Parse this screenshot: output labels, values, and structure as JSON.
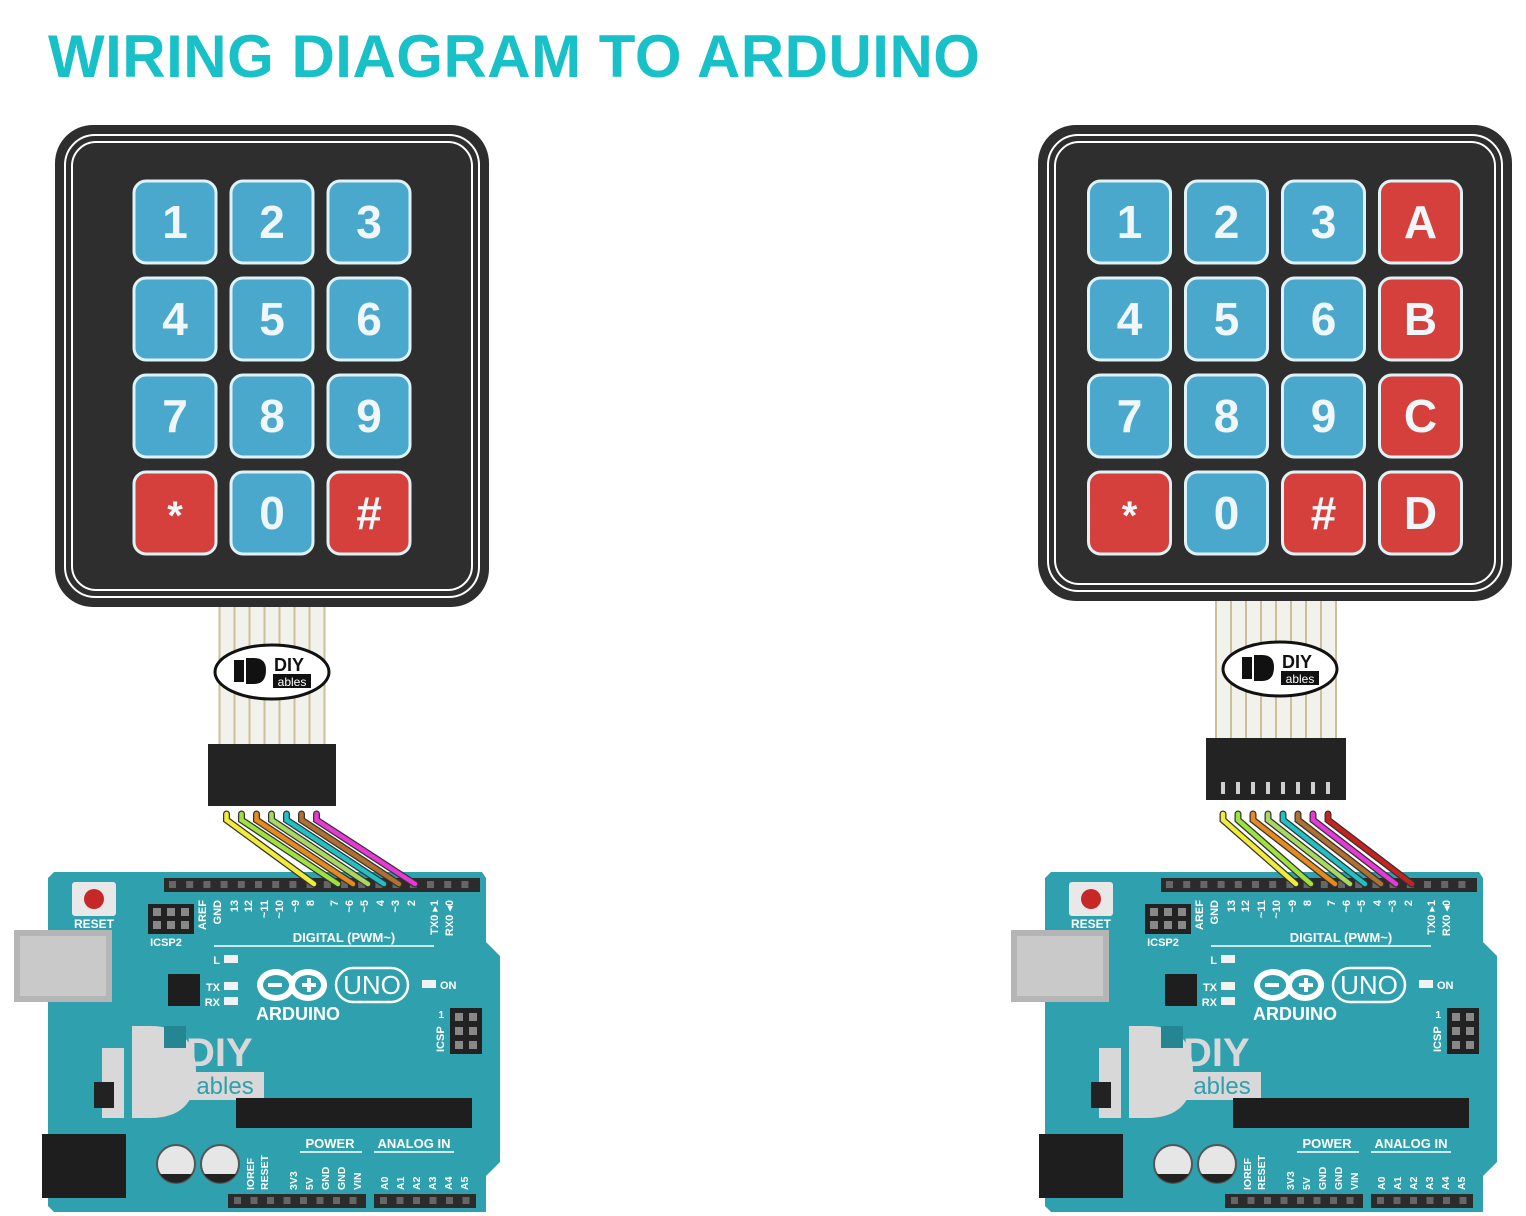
{
  "title": "WIRING DIAGRAM TO ARDUINO",
  "colors": {
    "title": "#18c0c8",
    "keypad_body": "#2e2e2e",
    "key_blue": "#4aa8cc",
    "key_red": "#d6403c",
    "board": "#2fa0ad",
    "board_dark": "#258693",
    "header": "#2b2b2b"
  },
  "wire_colors": [
    "#f2ec38",
    "#9ee23c",
    "#e68a1e",
    "#a8d860",
    "#1fc2c4",
    "#b07030",
    "#e838d8",
    "#c8221e"
  ],
  "logo": {
    "top": "DIY",
    "bottom": "ables"
  },
  "keypad_3x4": {
    "keys": [
      [
        "1",
        "2",
        "3"
      ],
      [
        "4",
        "5",
        "6"
      ],
      [
        "7",
        "8",
        "9"
      ],
      [
        "*",
        "0",
        "#"
      ]
    ],
    "red_keys": [
      "*",
      "#"
    ],
    "pins": [
      "8",
      "7",
      "6",
      "5",
      "4",
      "3",
      "2"
    ]
  },
  "keypad_4x4": {
    "keys": [
      [
        "1",
        "2",
        "3",
        "A"
      ],
      [
        "4",
        "5",
        "6",
        "B"
      ],
      [
        "7",
        "8",
        "9",
        "C"
      ],
      [
        "*",
        "0",
        "#",
        "D"
      ]
    ],
    "red_keys": [
      "A",
      "B",
      "C",
      "D",
      "*",
      "#"
    ],
    "pins": [
      "9",
      "8",
      "7",
      "6",
      "5",
      "4",
      "3",
      "2"
    ]
  },
  "arduino": {
    "reset": "RESET",
    "digital": "DIGITAL (PWM~)",
    "digital_pins": [
      "AREF",
      "GND",
      "13",
      "12",
      "~11",
      "~10",
      "~9",
      "8",
      "7",
      "~6",
      "~5",
      "4",
      "~3",
      "2",
      "TX0 ▸1",
      "RX0 ◂0"
    ],
    "icsp2": "ICSP2",
    "icsp": "ICSP",
    "icsp_1": "1",
    "l": "L",
    "tx": "TX",
    "rx": "RX",
    "on": "ON",
    "uno": "UNO",
    "name": "ARDUINO",
    "power": "POWER",
    "analog": "ANALOG IN",
    "power_pins": [
      "IOREF",
      "RESET",
      "3V3",
      "5V",
      "GND",
      "GND",
      "VIN"
    ],
    "analog_pins": [
      "A0",
      "A1",
      "A2",
      "A3",
      "A4",
      "A5"
    ]
  }
}
